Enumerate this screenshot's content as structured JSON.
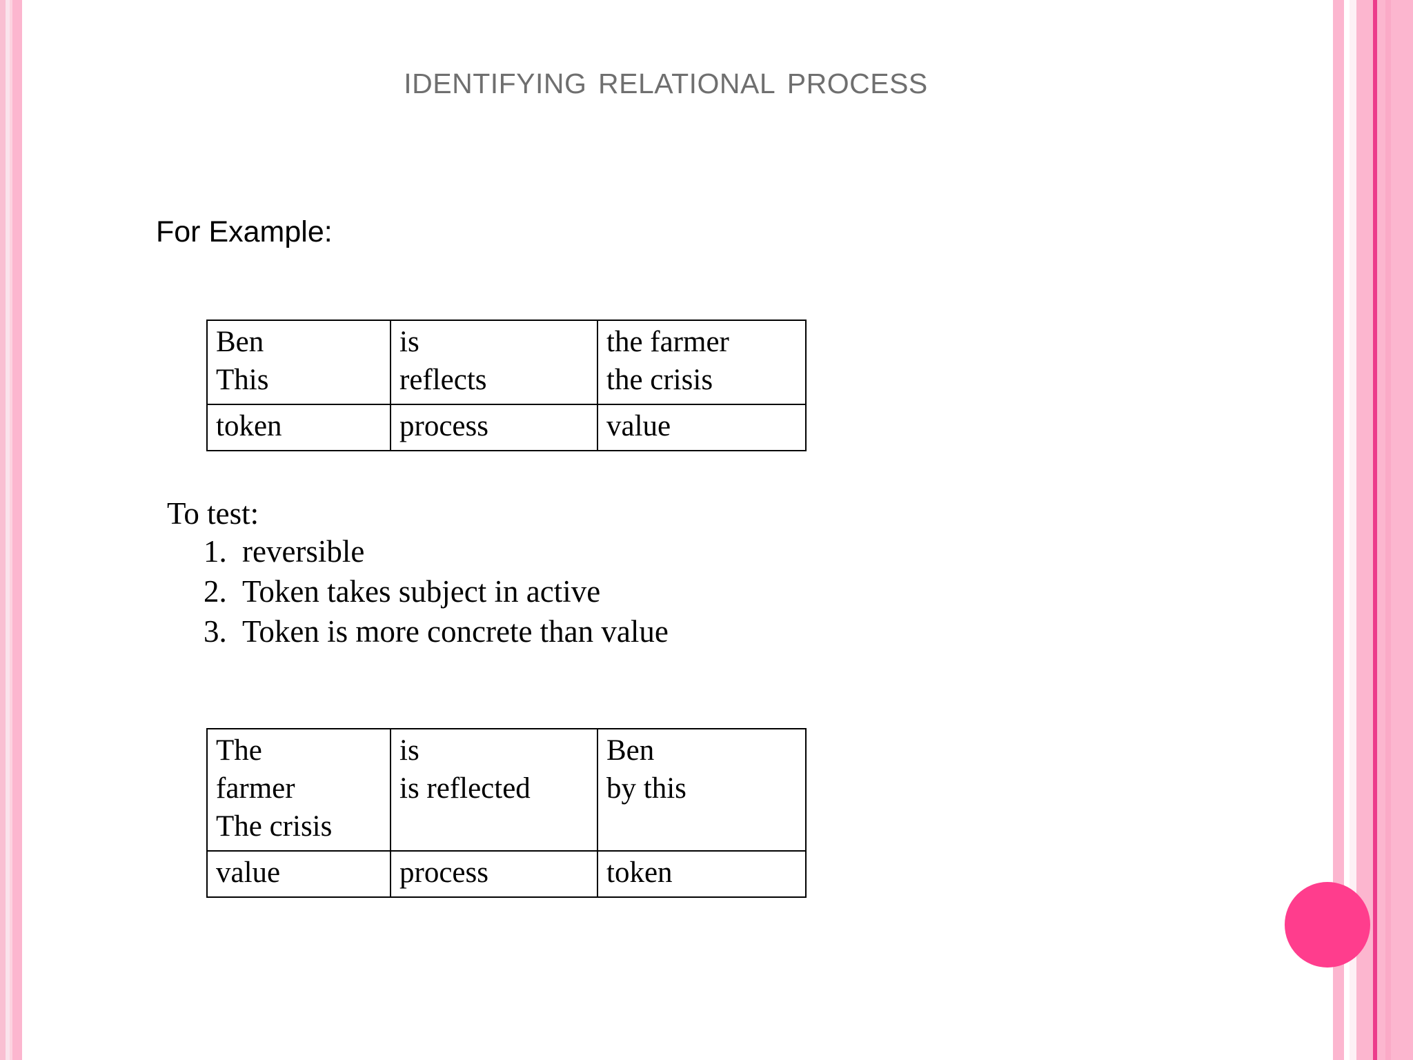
{
  "slide": {
    "title": "Identifying relational process",
    "background_color": "#ffffff",
    "title_color": "#6f6f6f",
    "accent_pink": "#fcb6cf",
    "accent_magenta": "#ec3d8b",
    "dot_color": "#ff3d8d"
  },
  "intro": {
    "label": "For Example:"
  },
  "example_table": {
    "columns": [
      "token-column",
      "process-column",
      "value-column"
    ],
    "rows": [
      {
        "cells": [
          {
            "lines": [
              "Ben",
              "This"
            ]
          },
          {
            "lines": [
              "is",
              "reflects"
            ]
          },
          {
            "lines": [
              "the farmer",
              "the crisis"
            ]
          }
        ]
      },
      {
        "cells": [
          {
            "lines": [
              "token"
            ]
          },
          {
            "lines": [
              "process"
            ]
          },
          {
            "lines": [
              "value"
            ]
          }
        ]
      }
    ]
  },
  "test_section": {
    "heading": "To test:",
    "items": [
      {
        "number": "1.",
        "text": "reversible"
      },
      {
        "number": "2.",
        "text": "Token takes subject in active"
      },
      {
        "number": "3.",
        "text": "Token is more concrete than value"
      }
    ]
  },
  "reversed_table": {
    "columns": [
      "value-column",
      "process-column",
      "token-column"
    ],
    "rows": [
      {
        "cells": [
          {
            "lines": [
              "The",
              "farmer",
              "The crisis"
            ]
          },
          {
            "lines": [
              "is",
              "is reflected"
            ]
          },
          {
            "lines": [
              "Ben",
              "by this"
            ]
          }
        ]
      },
      {
        "cells": [
          {
            "lines": [
              "value"
            ]
          },
          {
            "lines": [
              "process"
            ]
          },
          {
            "lines": [
              "token"
            ]
          }
        ]
      }
    ]
  }
}
